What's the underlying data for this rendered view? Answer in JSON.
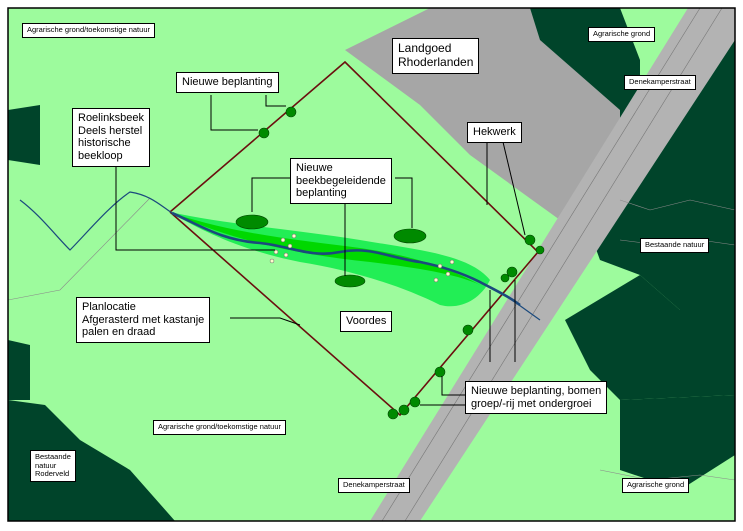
{
  "colors": {
    "light_green": "#9dfb9d",
    "dark_green": "#00442a",
    "bright_green": "#00d800",
    "mid_green": "#22ee55",
    "brook": "#1b4a7d",
    "fence": "#6b0f0f",
    "road_grey": "#b3b3b3",
    "building_grey": "#a6a6a6",
    "tree_green": "#008a00"
  },
  "labels": {
    "agrarisch_nw": "Agrarische grond/toekomstige natuur",
    "agrarisch_ne": "Agrarische grond",
    "landgoed": "Landgoed\nRhoderlanden",
    "denekamperstraat_ne": "Denekamperstraat",
    "nieuwe_beplanting": "Nieuwe beplanting",
    "roelinksbeek": "Roelinksbeek\nDeels herstel\nhistorische\nbeekloop",
    "hekwerk": "Hekwerk",
    "beekbegeleidende": "Nieuwe\nbeekbegeleidende\nbeplanting",
    "bestaande_e": "Bestaande natuur",
    "planlocatie": "Planlocatie\nAfgerasterd met kastanje\npalen en draad",
    "voordes": "Voordes",
    "bomen": "Nieuwe beplanting, bomen\ngroep/-rij met ondergroei",
    "agrarisch_s": "Agrarische grond/toekomstige natuur",
    "bestaande_sw": "Bestaande\nnatuur\nRoderveld",
    "denekamperstraat_s": "Denekamperstraat",
    "agrarisch_se": "Agrarische grond"
  }
}
